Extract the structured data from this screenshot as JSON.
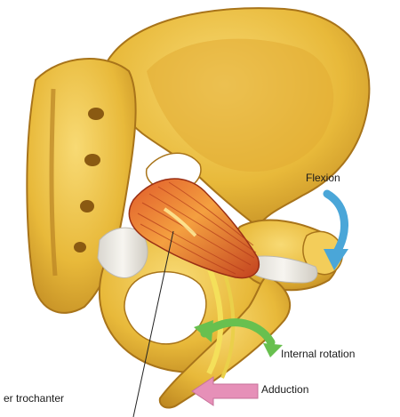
{
  "labels": {
    "flexion": "Flexion",
    "internal_rotation": "Internal rotation",
    "adduction": "Adduction",
    "trochanter": "er trochanter"
  },
  "colors": {
    "bone": "#e8b93a",
    "bone_light": "#f6d46b",
    "bone_shadow": "#b9821c",
    "muscle": "#d4572a",
    "muscle_light": "#f08a3c",
    "tendon": "#ece9e2",
    "flexion_arrow": "#4aa6d8",
    "rotation_arrow": "#68c04f",
    "adduction_arrow": "#e690b8"
  }
}
